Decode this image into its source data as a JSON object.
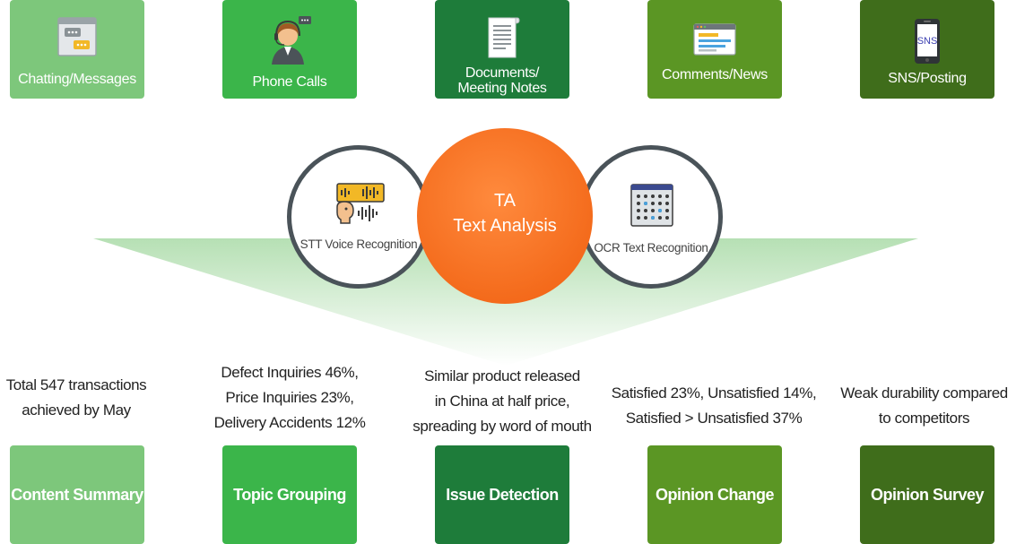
{
  "sources": [
    {
      "label": "Chatting/Messages",
      "icon": "chat-window-icon",
      "color": "#7dc77b"
    },
    {
      "label": "Phone Calls",
      "icon": "headset-operator-icon",
      "color": "#3bb54a"
    },
    {
      "label": "Documents/\nMeeting Notes",
      "icon": "document-scroll-icon",
      "color": "#1e7c3a"
    },
    {
      "label": "Comments/News",
      "icon": "browser-news-icon",
      "color": "#5b9624"
    },
    {
      "label": "SNS/Posting",
      "icon": "smartphone-sns-icon",
      "color": "#3f6d1b",
      "icon_text": "SNS"
    }
  ],
  "center": {
    "line1": "TA",
    "line2": "Text Analysis",
    "color": "#f46b1c"
  },
  "stt": {
    "label": "STT Voice Recognition",
    "icon": "voice-recognition-icon"
  },
  "ocr": {
    "label": "OCR Text Recognition",
    "icon": "ocr-grid-icon"
  },
  "outputs": [
    {
      "label": "Content Summary",
      "desc": "Total 547 transactions\nachieved by May",
      "color": "#7dc77b"
    },
    {
      "label": "Topic Grouping",
      "desc": "Defect Inquiries 46%,\nPrice Inquiries 23%,\nDelivery Accidents 12%",
      "color": "#3bb54a"
    },
    {
      "label": "Issue Detection",
      "desc": "Similar product released\nin China at half price,\nspreading by word of mouth",
      "color": "#1e7c3a"
    },
    {
      "label": "Opinion Change",
      "desc": "Satisfied 23%, Unsatisfied 14%,\nSatisfied > Unsatisfied 37%",
      "color": "#5b9624"
    },
    {
      "label": "Opinion Survey",
      "desc": "Weak durability compared\nto competitors",
      "color": "#3f6d1b"
    }
  ]
}
